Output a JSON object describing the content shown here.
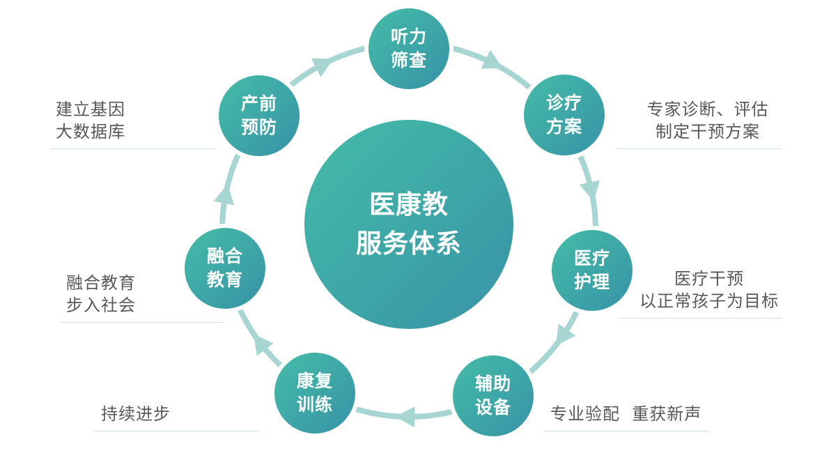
{
  "center": {
    "line1": "医康教",
    "line2": "服务体系"
  },
  "nodes": {
    "hearing_screening": {
      "line1": "听力",
      "line2": "筛查"
    },
    "diagnosis_plan": {
      "line1": "诊疗",
      "line2": "方案"
    },
    "medical_care": {
      "line1": "医疗",
      "line2": "护理"
    },
    "assistive_devices": {
      "line1": "辅助",
      "line2": "设备"
    },
    "rehab_training": {
      "line1": "康复",
      "line2": "训练"
    },
    "inclusive_education": {
      "line1": "融合",
      "line2": "教育"
    },
    "prenatal_prevention": {
      "line1": "产前",
      "line2": "预防"
    }
  },
  "notes": {
    "prenatal_prevention": {
      "line1": "建立基因",
      "line2": "大数据库"
    },
    "diagnosis_plan": {
      "line1": "专家诊断、评估",
      "line2": "制定干预方案"
    },
    "medical_care": {
      "line1": "医疗干预",
      "line2": "以正常孩子为目标"
    },
    "assistive_devices": {
      "line1": "专业验配  重获新声"
    },
    "rehab_training": {
      "line1": "持续进步"
    },
    "inclusive_education": {
      "line1": "融合教育",
      "line2": "步入社会"
    }
  },
  "colors": {
    "ring": "#a7d5d1",
    "gradient_start": "#44bca7",
    "gradient_end": "#3893a7",
    "node_text": "#ffffff",
    "note_text": "#585858",
    "note_line": "#cfe4e1"
  }
}
